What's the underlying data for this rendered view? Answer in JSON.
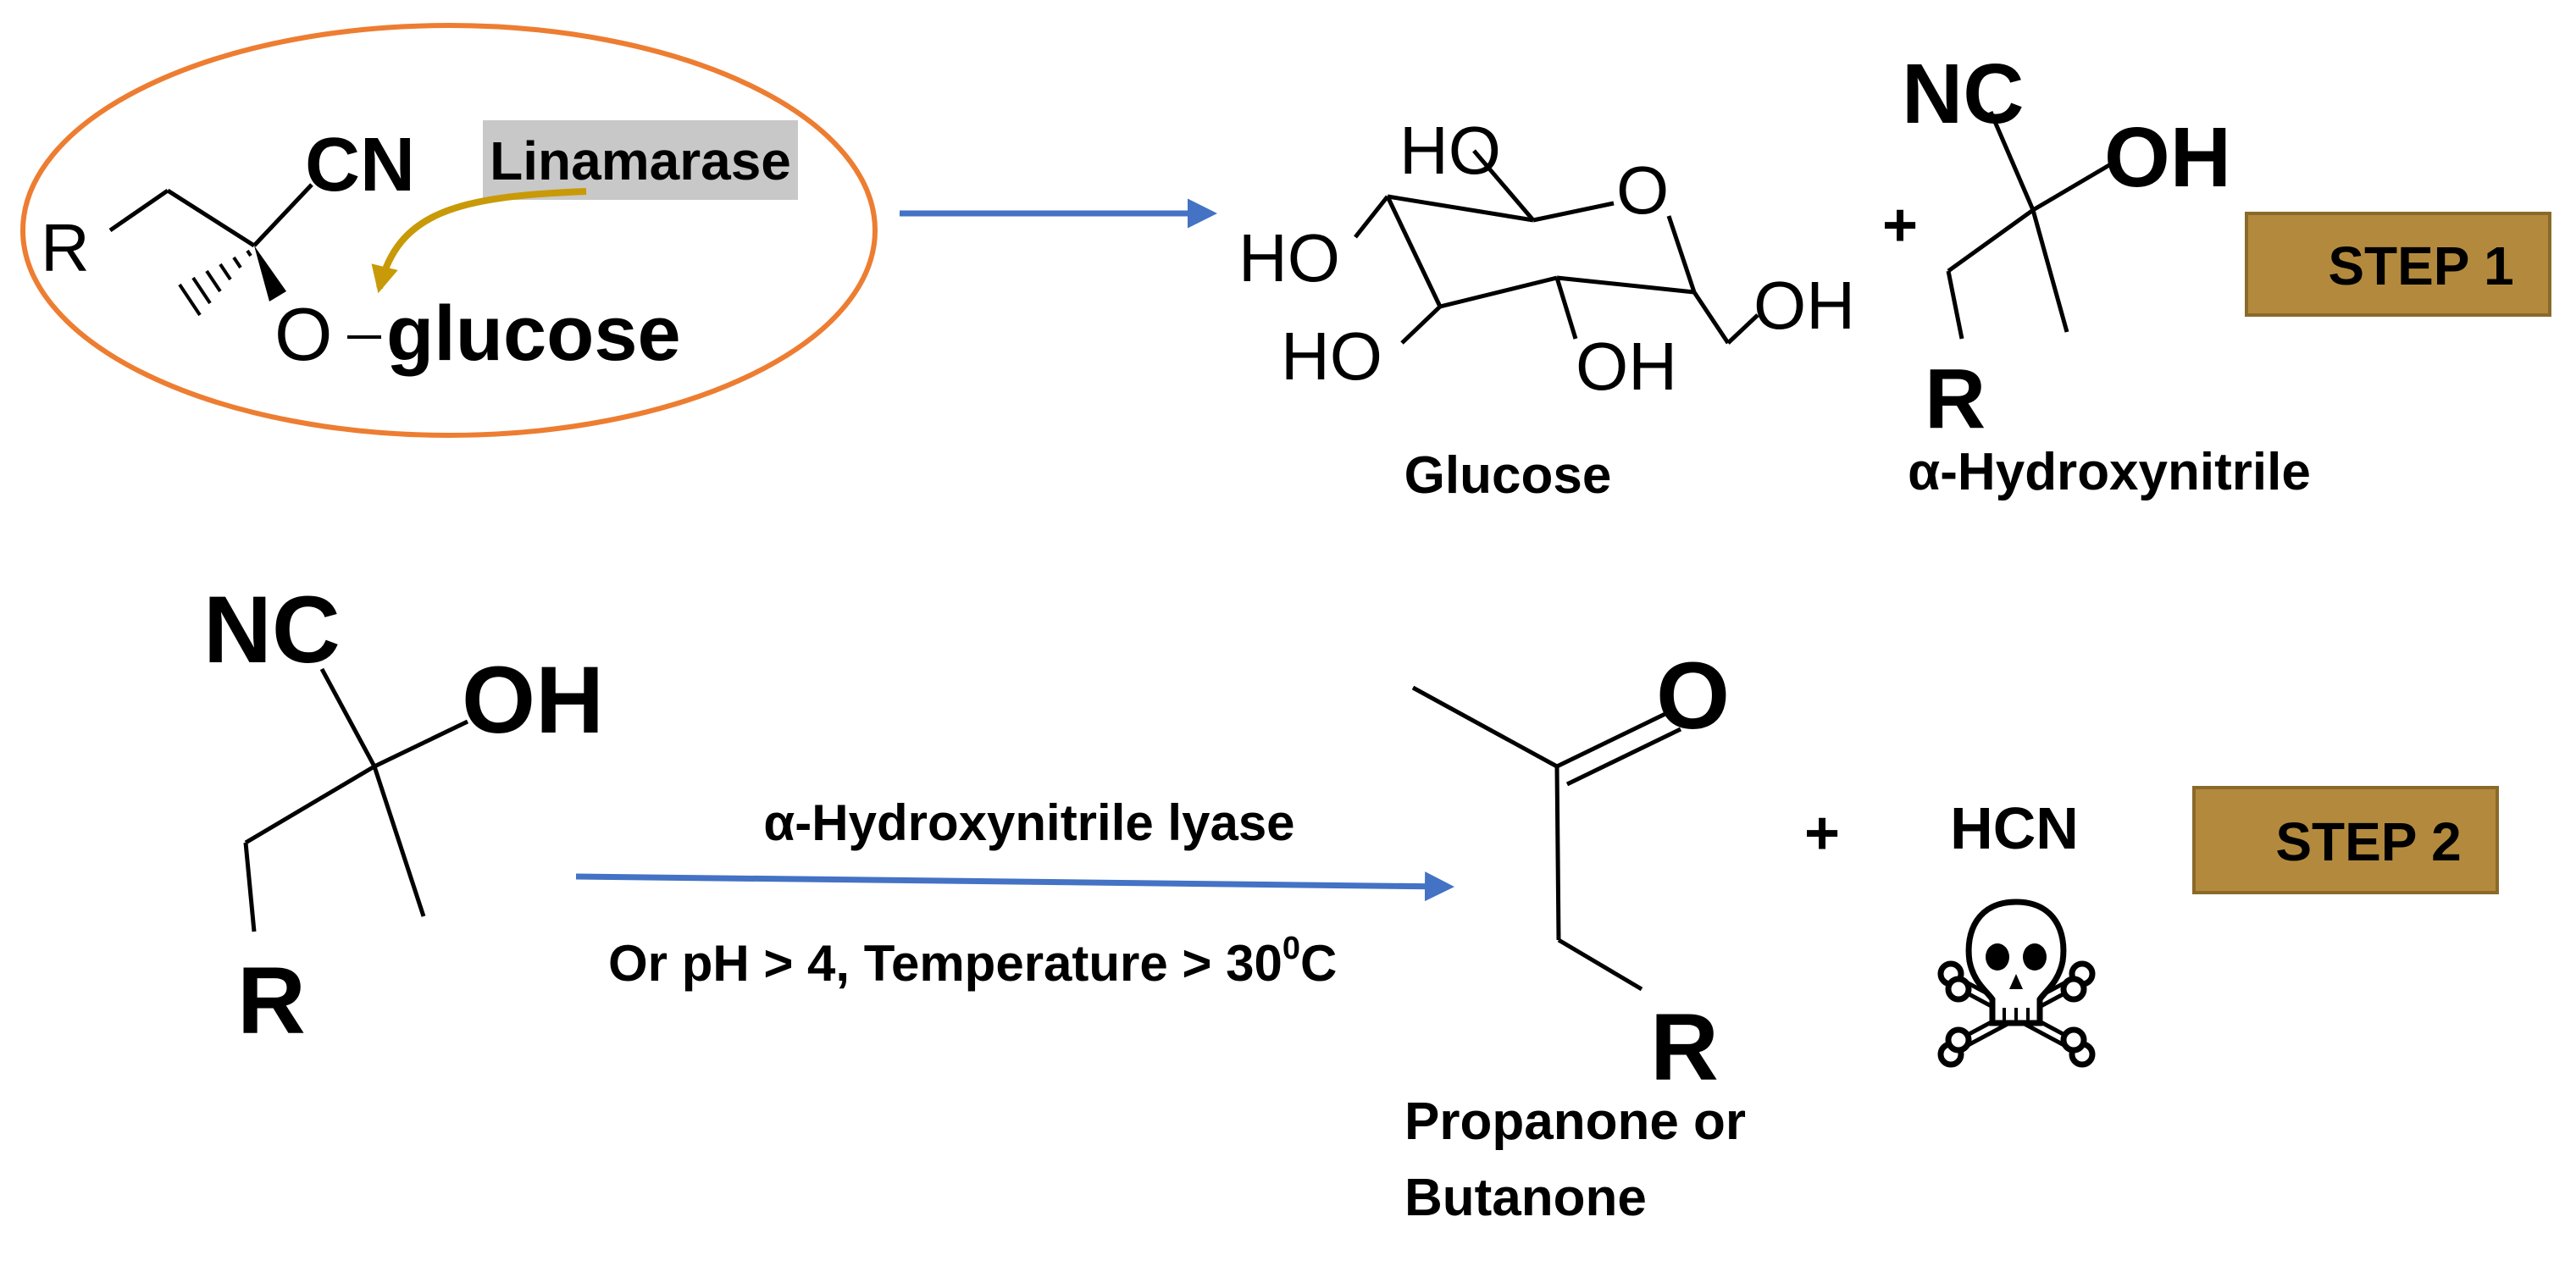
{
  "step1": {
    "substrate": {
      "r": "R",
      "cn": "CN",
      "o": "O",
      "sugar": "glucose",
      "enzyme": "Linamarase"
    },
    "glucose": {
      "ho_top": "HO",
      "ring_o": "O",
      "ho_left": "HO",
      "oh_right": "OH",
      "ho_bottom": "HO",
      "oh_bottom": "OH",
      "name": "Glucose"
    },
    "plus": "+",
    "product": {
      "nc": "NC",
      "oh": "OH",
      "r": "R",
      "name": "α-Hydroxynitrile"
    },
    "badge": "STEP 1"
  },
  "step2": {
    "reactant": {
      "nc": "NC",
      "oh": "OH",
      "r": "R"
    },
    "condition_top": "α-Hydroxynitrile lyase",
    "condition_bottom_prefix": "Or pH > 4, Temperature > 30",
    "condition_bottom_sup": "0",
    "condition_bottom_suffix": "C",
    "ketone": {
      "o": "O",
      "r": "R",
      "name_line1": "Propanone or",
      "name_line2": "Butanone"
    },
    "plus": "+",
    "hcn": "HCN",
    "badge": "STEP 2"
  },
  "colors": {
    "ellipse": "#ed7d31",
    "enzyme_arrow": "#c89a08",
    "enzyme_label_bg": "#c8c8c8",
    "reaction_arrow": "#4472c4",
    "badge_fill": "#b38a3d",
    "badge_border": "#8a6a2a",
    "bonds": "#000000"
  },
  "icons": {
    "toxic": "skull-crossbones-icon"
  }
}
